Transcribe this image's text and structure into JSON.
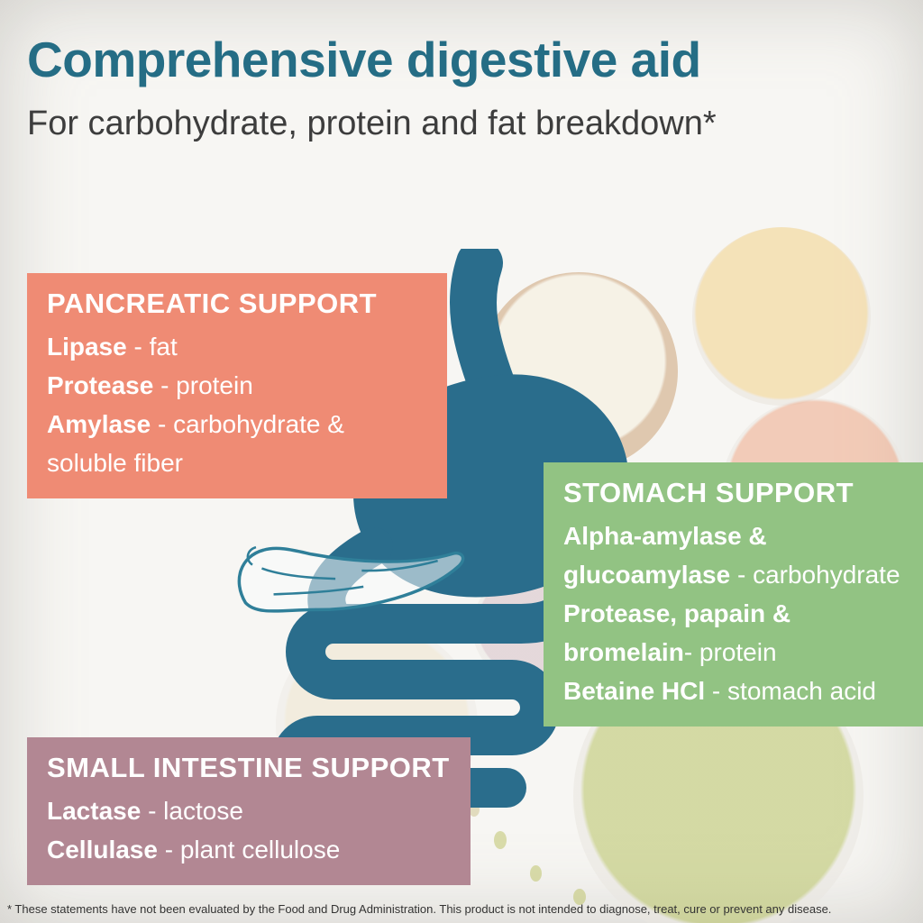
{
  "header": {
    "title": "Comprehensive digestive aid",
    "subtitle": "For carbohydrate, protein and fat breakdown*"
  },
  "boxes": {
    "pancreatic": {
      "title": "PANCREATIC SUPPORT",
      "items": [
        {
          "term": "Lipase",
          "desc": " - fat"
        },
        {
          "term": "Protease",
          "desc": " - protein"
        },
        {
          "term": "Amylase",
          "desc": " - carbohydrate & soluble fiber"
        }
      ]
    },
    "stomach": {
      "title": "STOMACH SUPPORT",
      "items": [
        {
          "term": "Alpha-amylase & glucoamylase",
          "desc": " - carbohydrate"
        },
        {
          "term": "Protease, papain & bromelain",
          "desc": "- protein"
        },
        {
          "term": "Betaine HCl",
          "desc": " - stomach acid"
        }
      ]
    },
    "small_intestine": {
      "title": "SMALL INTESTINE SUPPORT",
      "items": [
        {
          "term": "Lactase",
          "desc": " - lactose"
        },
        {
          "term": "Cellulase",
          "desc": " - plant cellulose"
        }
      ]
    }
  },
  "illustration": {
    "organs": [
      "stomach",
      "pancreas",
      "intestines"
    ]
  },
  "colors": {
    "background": "#f7f6f3",
    "title_teal": "#256d85",
    "subtitle_gray": "#3d3d3d",
    "coral_box": "#ef8b74",
    "green_box": "#92c383",
    "mauve_box": "#b28793",
    "organ_teal": "#2a6d8c",
    "footer_gray": "#333333"
  },
  "footer": {
    "disclaimer": "* These statements have not been evaluated by the Food and Drug Administration. This product is not intended to diagnose, treat, cure or prevent any disease."
  }
}
